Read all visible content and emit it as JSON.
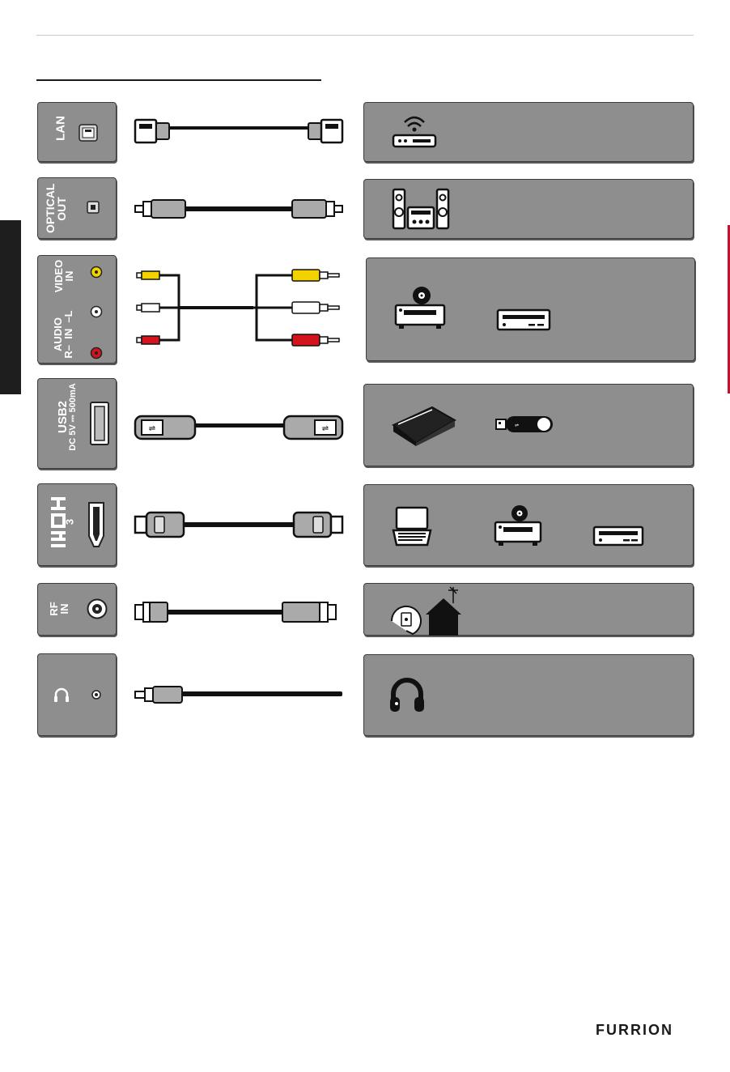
{
  "ports": [
    {
      "lines": [
        "LAN"
      ]
    },
    {
      "lines": [
        "OPTICAL",
        "OUT"
      ]
    },
    {
      "lines": [
        "VIDEO",
        "IN"
      ],
      "audio": {
        "lines": [
          "AUDIO",
          "IN"
        ],
        "r": "R–",
        "l": "–L"
      }
    },
    {
      "lines": [
        "USB2",
        "DC 5V ⎓ 500mA"
      ]
    },
    {
      "lines": [
        "3"
      ],
      "logo": "HDMI"
    },
    {
      "lines": [
        "RF",
        "IN"
      ]
    },
    {
      "lines": []
    }
  ],
  "brand": "FURRION",
  "colors": {
    "panel": "#8e8e8e",
    "yellow": "#f2d300",
    "red": "#d4141c",
    "dark": "#2a2a2a"
  }
}
